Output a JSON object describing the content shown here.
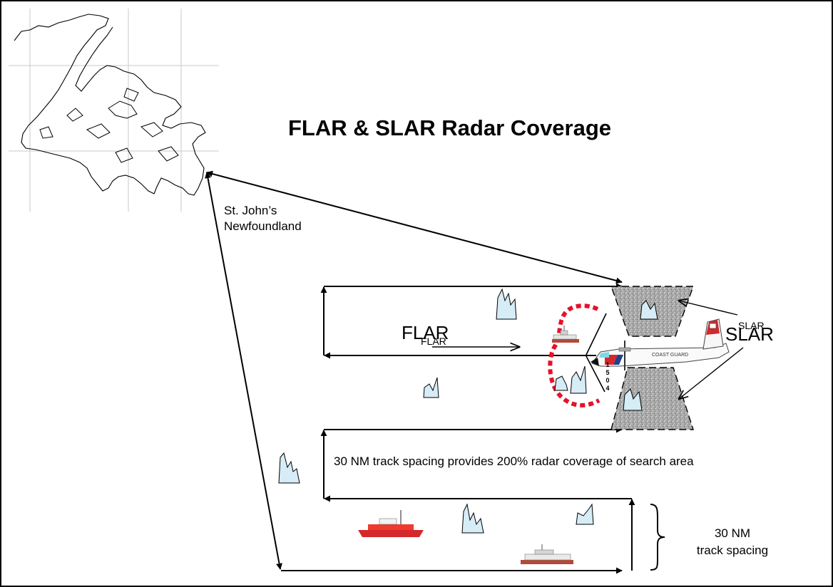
{
  "title": "FLAR & SLAR Radar Coverage",
  "location_label": "St. John’s\nNewfoundland",
  "flar_label": "FLAR",
  "flar_label_overlap": "FLAR",
  "slar_label": "SLAR",
  "slar_label_overlap": "SLAR",
  "coverage_note": "30 NM track spacing provides 200% radar coverage of search area",
  "spacing_note": "30 NM\ntrack spacing",
  "aircraft": {
    "tail_number": "1\n5\n0\n4",
    "fuselage_text": "COAST GUARD"
  },
  "colors": {
    "line": "#000000",
    "iceberg_fill": "#d6ecf6",
    "radar_swath": "#9a9a9a",
    "flar_sweep": "#e8102a",
    "cutter_hull": "#d4282c",
    "coast": "#000000",
    "grid": "#c8c8c8"
  }
}
